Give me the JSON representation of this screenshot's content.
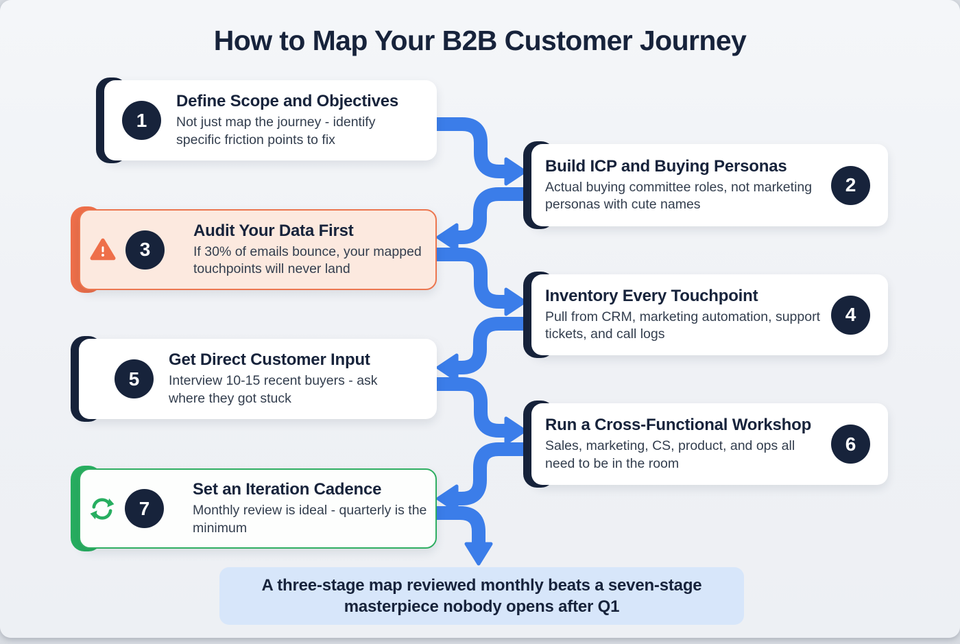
{
  "title": "How to Map Your B2B Customer Journey",
  "steps": [
    {
      "number": "1",
      "title": "Define Scope and Objectives",
      "description": "Not just map the journey - identify specific friction points to fix",
      "side": "left",
      "variant": "default",
      "icon": null
    },
    {
      "number": "2",
      "title": "Build ICP and Buying Personas",
      "description": "Actual buying committee roles, not marketing personas with cute names",
      "side": "right",
      "variant": "default",
      "icon": null
    },
    {
      "number": "3",
      "title": "Audit Your Data First",
      "description": "If 30% of emails bounce, your mapped touchpoints will never land",
      "side": "left",
      "variant": "warning",
      "icon": "warning-triangle-icon"
    },
    {
      "number": "4",
      "title": "Inventory Every Touchpoint",
      "description": "Pull from CRM, marketing automation, support tickets, and call logs",
      "side": "right",
      "variant": "default",
      "icon": null
    },
    {
      "number": "5",
      "title": "Get Direct Customer Input",
      "description": "Interview 10-15 recent buyers - ask where they got stuck",
      "side": "left",
      "variant": "default",
      "icon": null
    },
    {
      "number": "6",
      "title": "Run a Cross-Functional Workshop",
      "description": "Sales, marketing, CS, product, and ops all need to be in the room",
      "side": "right",
      "variant": "default",
      "icon": null
    },
    {
      "number": "7",
      "title": "Set an Iteration Cadence",
      "description": "Monthly review is ideal - quarterly is the minimum",
      "side": "left",
      "variant": "success",
      "icon": "refresh-cycle-icon"
    }
  ],
  "summary": {
    "text": "A three-stage map reviewed monthly beats a seven-stage masterpiece nobody opens after Q1"
  },
  "colors": {
    "navy": "#17233B",
    "arrow_blue": "#3B7DE9",
    "warning_orange": "#EE6F4A",
    "warning_bg": "#FCE9DF",
    "success_green": "#27AE60",
    "summary_bg": "#D7E6FA",
    "canvas_bg": "#F0F3F7"
  }
}
